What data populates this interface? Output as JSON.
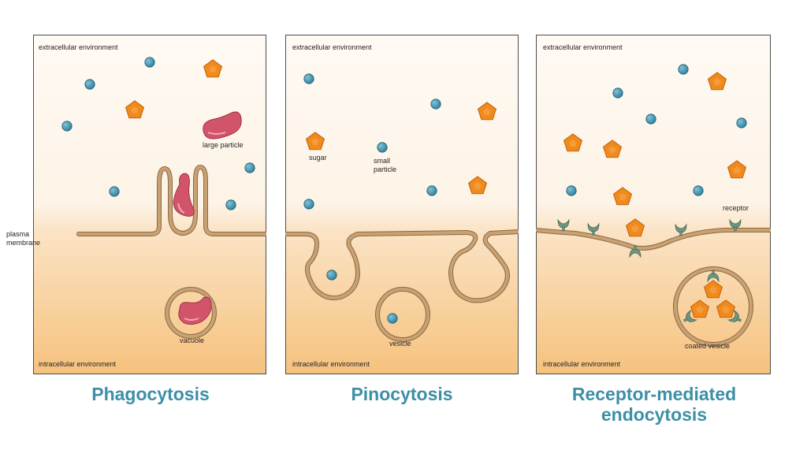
{
  "colors": {
    "membrane": "#c9a172",
    "membrane_edge": "#8a6a45",
    "small_particle": "#3a8fad",
    "sugar": "#f08a1c",
    "sugar_edge": "#c96a10",
    "large_particle": "#d2546a",
    "receptor": "#6f9681",
    "title": "#3d8fa7",
    "intracellular_top": "#fdf1e3",
    "intracellular_bottom": "#f7c88a"
  },
  "panels": [
    {
      "title": "Phagocytosis",
      "extracellular_label": "extracellular environment",
      "intracellular_label": "intracellular environment",
      "labels": {
        "large_particle": "large particle",
        "plasma_membrane": "plasma\nmembrane",
        "vacuole": "vacuole"
      }
    },
    {
      "title": "Pinocytosis",
      "extracellular_label": "extracellular environment",
      "intracellular_label": "intracellular environment",
      "labels": {
        "sugar": "sugar",
        "small_particle": "small\nparticle",
        "vesicle": "vesicle"
      }
    },
    {
      "title_line1": "Receptor-mediated",
      "title_line2": "endocytosis",
      "extracellular_label": "extracellular environment",
      "intracellular_label": "intracellular environment",
      "labels": {
        "receptor": "receptor",
        "coated_vesicle": "coated vesicle"
      }
    }
  ]
}
